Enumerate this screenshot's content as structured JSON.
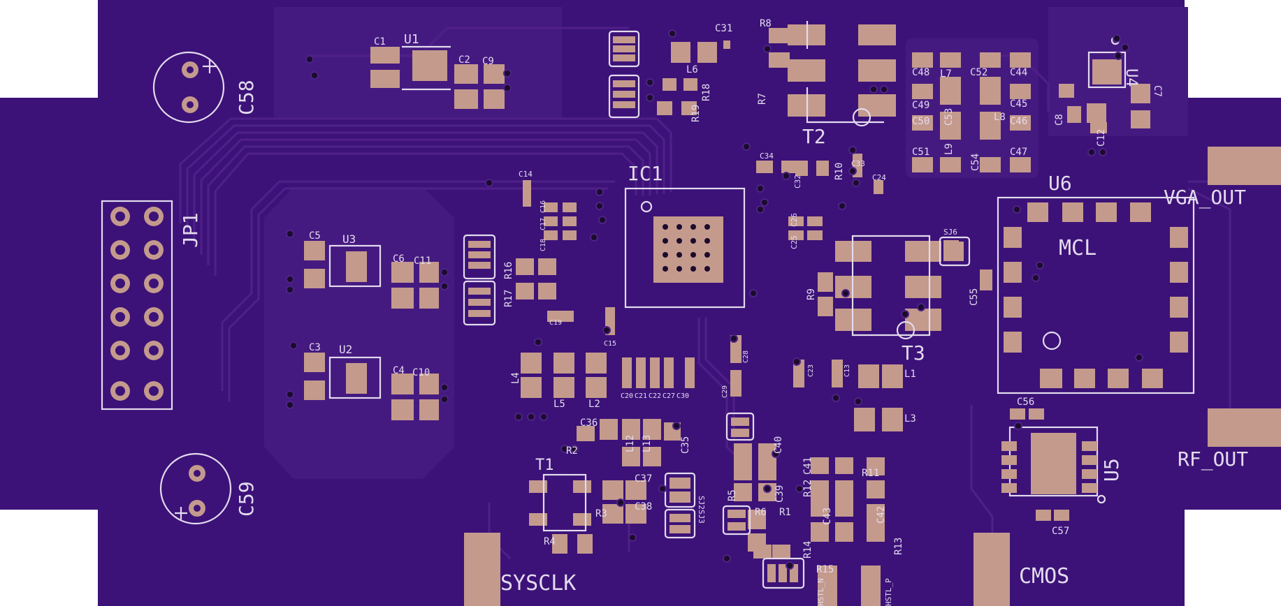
{
  "board": {
    "colors": {
      "board": "#3c1278",
      "pour": "#451a80",
      "trace": "#4f2089",
      "pad": "#c49a8d",
      "silk": "#e3dbee",
      "via": "#1b0b2c",
      "background": "#ffffff"
    }
  },
  "big_labels": {
    "c58": "C58",
    "c59": "C59",
    "jp1": "JP1",
    "ic1": "IC1",
    "t2": "T2",
    "t3": "T3",
    "u6": "U6",
    "mcl": "MCL",
    "vga_out": "VGA_OUT",
    "rf_out": "RF_OUT",
    "u5": "U5",
    "u4": "U4",
    "t1": "T1",
    "sysclk": "SYSCLK",
    "cmos": "CMOS"
  },
  "small_labels": {
    "c1": "C1",
    "u1": "U1",
    "c2": "C2",
    "c9": "C9",
    "c31": "C31",
    "r8": "R8",
    "l6": "L6",
    "r18": "R18",
    "r19": "R19",
    "r7": "R7",
    "c48": "C48",
    "l7": "L7",
    "c52": "C52",
    "c44": "C44",
    "c49": "C49",
    "c53": "C53",
    "c45": "C45",
    "c50": "C50",
    "l8": "L8",
    "c46": "C46",
    "c51": "C51",
    "l9": "L9",
    "c54": "C54",
    "c47": "C47",
    "c8": "C8",
    "c12": "C12",
    "c7": "C7",
    "c14": "C14",
    "c17": "C17",
    "c16": "C16",
    "c18": "C18",
    "r16": "R16",
    "r17": "R17",
    "c19": "C19",
    "c15": "C15",
    "c34": "C34",
    "r10": "R10",
    "c33": "C33",
    "c24": "C24",
    "c32": "C32",
    "c26": "C26",
    "c25": "C25",
    "r9": "R9",
    "sj6": "SJ6",
    "c55": "C55",
    "c5": "C5",
    "u3": "U3",
    "c6": "C6",
    "c11": "C11",
    "c3": "C3",
    "u2": "U2",
    "c4": "C4",
    "c10": "C10",
    "l4": "L4",
    "l5": "L5",
    "l2": "L2",
    "c20": "C20",
    "c21": "C21",
    "c22": "C22",
    "c27": "C27",
    "c30": "C30",
    "c28": "C28",
    "c29": "C29",
    "c23": "C23",
    "c13": "C13",
    "l1": "L1",
    "l3": "L3",
    "c36": "C36",
    "l12": "L12",
    "l13": "L13",
    "c35": "C35",
    "r2": "R2",
    "c37": "C37",
    "sj2": "SJ2",
    "r3": "R3",
    "c38": "C38",
    "sj3": "SJ3",
    "r4": "R4",
    "c40": "C40",
    "c39": "C39",
    "r5": "R5",
    "r6": "R6",
    "r1": "R1",
    "r12": "R12",
    "c41": "C41",
    "r11": "R11",
    "c43": "C43",
    "c42": "C42",
    "r14": "R14",
    "r13": "R13",
    "r15": "R15",
    "hstl_n": "HSTL_N",
    "hstl_p": "HSTL_P",
    "c56": "C56",
    "c57": "C57"
  }
}
